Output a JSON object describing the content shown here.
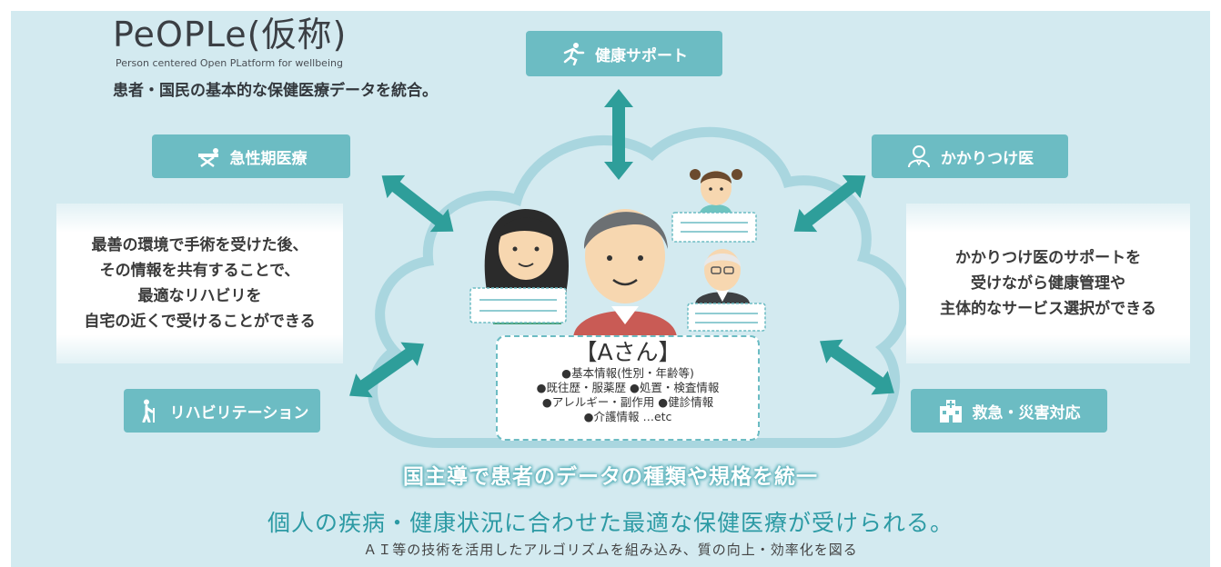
{
  "header": {
    "title": "PeOPLe(仮称)",
    "subtitle": "Person centered Open PLatform for wellbeing",
    "tagline": "患者・国民の基本的な保健医療データを統合。"
  },
  "services": {
    "health_support": "健康サポート",
    "acute_care": "急性期医療",
    "family_doctor": "かかりつけ医",
    "rehabilitation": "リハビリテーション",
    "emergency": "救急・災害対応"
  },
  "descriptions": {
    "left": [
      "最善の環境で手術を受けた後、",
      "その情報を共有することで、",
      "最適なリハビリを",
      "自宅の近くで受けることができる"
    ],
    "right": [
      "かかりつけ医のサポートを",
      "受けながら健康管理や",
      "主体的なサービス選択ができる"
    ]
  },
  "person_card": {
    "name": "【Aさん】",
    "lines": [
      "●基本情報(性別・年齢等)",
      "●既往歴・服薬歴 ●処置・検査情報",
      "●アレルギー・副作用 ●健診情報",
      "●介護情報 …etc"
    ]
  },
  "banner": "国主導で患者のデータの種類や規格を統一",
  "footer": {
    "headline": "個人の疾病・健康状況に合わせた最適な保健医療が受けられる。",
    "note": "ＡＩ等の技術を活用したアルゴリズムを組み込み、質の向上・効率化を図る"
  },
  "colors": {
    "background": "#d3eaf0",
    "accent": "#6cbcc3",
    "arrow": "#2e9e9a",
    "cloud": "#a9d6df",
    "headline": "#2c9aa4"
  },
  "icons": [
    "running-person-icon",
    "stretcher-icon",
    "doctor-icon",
    "crutch-person-icon",
    "hospital-icon"
  ]
}
